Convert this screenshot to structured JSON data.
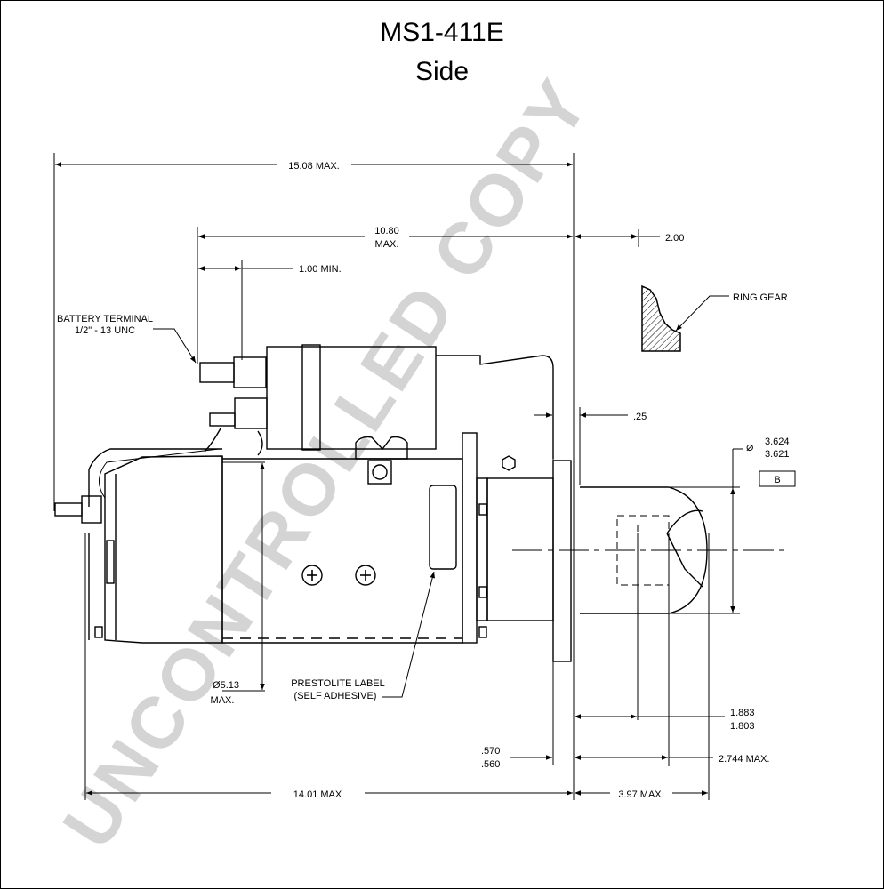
{
  "title": "MS1-411E",
  "subtitle": "Side",
  "watermark": "UNCONTROLLED COPY",
  "dimensions": {
    "overall_length": "15.08 MAX.",
    "length_10_80_value": "10.80",
    "length_10_80_suffix": "MAX.",
    "min_1_00": "1.00 MIN.",
    "ring_gear_offset": "2.00",
    "flange_thickness": ".25",
    "pilot_dia_upper": "3.624",
    "pilot_dia_lower": "3.621",
    "datum": "B",
    "body_dia_value": "Ø5.13",
    "body_dia_suffix": "MAX.",
    "pinion_1_upper": "1.883",
    "pinion_1_lower": "1.803",
    "flange_upper": ".570",
    "flange_lower": ".560",
    "pinion_2": "2.744 MAX.",
    "body_length": "14.01 MAX",
    "nose_length": "3.97 MAX."
  },
  "labels": {
    "battery_terminal_1": "BATTERY TERMINAL",
    "battery_terminal_2": "1/2\" - 13 UNC",
    "ring_gear": "RING GEAR",
    "prestolite_1": "PRESTOLITE LABEL",
    "prestolite_2": "(SELF ADHESIVE)"
  }
}
